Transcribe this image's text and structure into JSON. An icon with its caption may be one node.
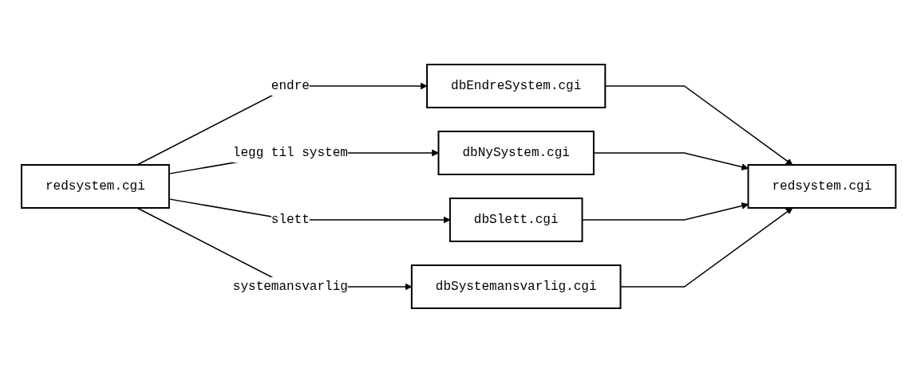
{
  "diagram": {
    "nodes": [
      {
        "text": [
          "redsystem.cgi"
        ]
      },
      {
        "text": [
          "dbEndreSystem.cgi"
        ]
      },
      {
        "text": [
          "dbNySystem.cgi"
        ]
      },
      {
        "text": [
          "dbSlett.cgi"
        ]
      },
      {
        "text": [
          "dbSystemansvarlig.cgi"
        ]
      },
      {
        "text": [
          "redsystem.cgi"
        ]
      }
    ],
    "edges": [
      {
        "from": 0,
        "to": 1,
        "arrow": "to",
        "label": "endre"
      },
      {
        "from": 0,
        "to": 2,
        "arrow": "to",
        "label": "legg til system"
      },
      {
        "from": 0,
        "to": 3,
        "arrow": "to",
        "label": "slett"
      },
      {
        "from": 0,
        "to": 4,
        "arrow": "to",
        "label": "systemansvarlig"
      },
      {
        "from": 1,
        "to": 5,
        "arrow": "to"
      },
      {
        "from": 2,
        "to": 5,
        "arrow": "to"
      },
      {
        "from": 3,
        "to": 5,
        "arrow": "to"
      },
      {
        "from": 4,
        "to": 5,
        "arrow": "to"
      }
    ]
  }
}
